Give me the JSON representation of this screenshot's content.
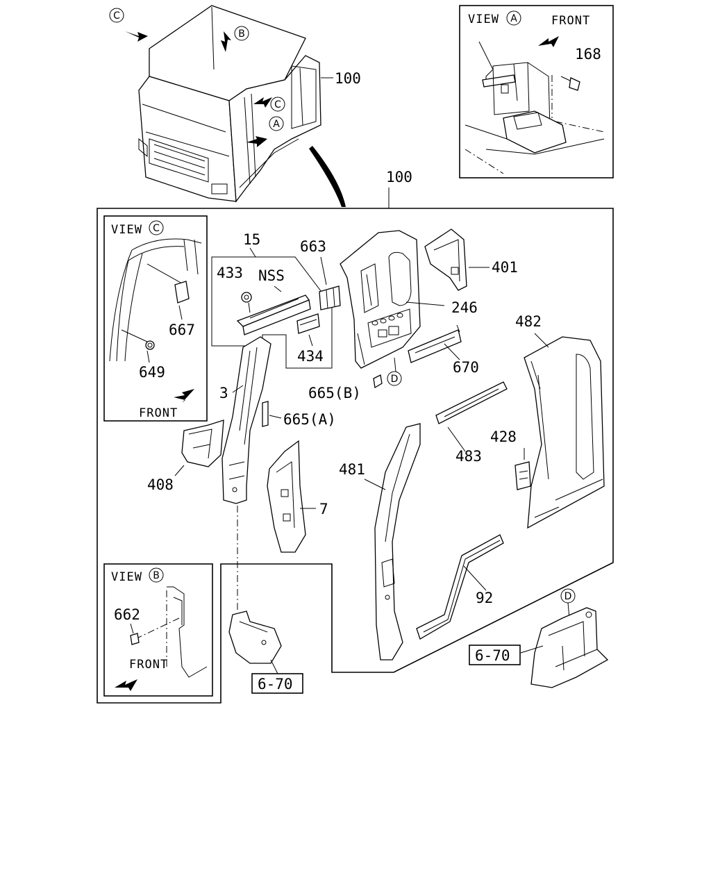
{
  "views": {
    "a_title": "VIEW",
    "a_letter": "A",
    "a_front": "FRONT",
    "b_title": "VIEW",
    "b_letter": "B",
    "b_front": "FRONT",
    "c_title": "VIEW",
    "c_letter": "C",
    "c_front": "FRONT"
  },
  "cab_markers": {
    "c_top": "C",
    "b_top": "B",
    "c_side": "C",
    "a_side": "A",
    "d_main": "D",
    "d_lower": "D"
  },
  "parts": {
    "p100_cab": "100",
    "p100_main": "100",
    "p168": "168",
    "p15": "15",
    "p663": "663",
    "p433": "433",
    "nss": "NSS",
    "p434": "434",
    "p401": "401",
    "p246": "246",
    "p482": "482",
    "p667": "667",
    "p649": "649",
    "p3": "3",
    "p665b": "665(B)",
    "p665a": "665(A)",
    "p670": "670",
    "p483": "483",
    "p428": "428",
    "p408": "408",
    "p481": "481",
    "p7": "7",
    "p92": "92",
    "p662": "662",
    "ref670_left": "6-70",
    "ref670_right": "6-70"
  }
}
